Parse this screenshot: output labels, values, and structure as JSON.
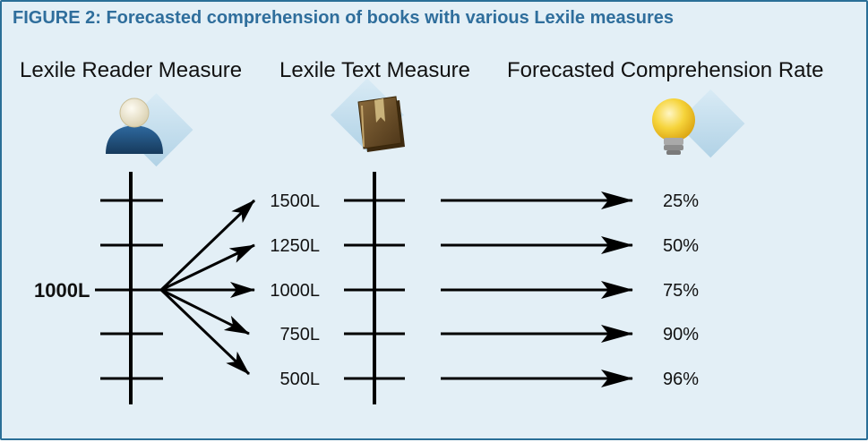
{
  "figure_title": "FIGURE 2: Forecasted comprehension of books with various Lexile measures",
  "columns": {
    "reader": "Lexile Reader Measure",
    "text": "Lexile Text Measure",
    "rate": "Forecasted Comprehension Rate"
  },
  "icons": {
    "reader": "person-icon",
    "text": "book-icon",
    "rate": "lightbulb-icon"
  },
  "reader_measure": "1000L",
  "rows": [
    {
      "text_measure": "1500L",
      "rate": "25%"
    },
    {
      "text_measure": "1250L",
      "rate": "50%"
    },
    {
      "text_measure": "1000L",
      "rate": "75%"
    },
    {
      "text_measure": "750L",
      "rate": "90%"
    },
    {
      "text_measure": "500L",
      "rate": "96%"
    }
  ],
  "colors": {
    "border": "#2a6f97",
    "background": "#e3eff6",
    "title": "#2f6e9c",
    "icon_diamond": "#b9d8ea",
    "person_body": "#1f4e78",
    "book": "#6b4f2a",
    "bulb": "#f3c622"
  }
}
